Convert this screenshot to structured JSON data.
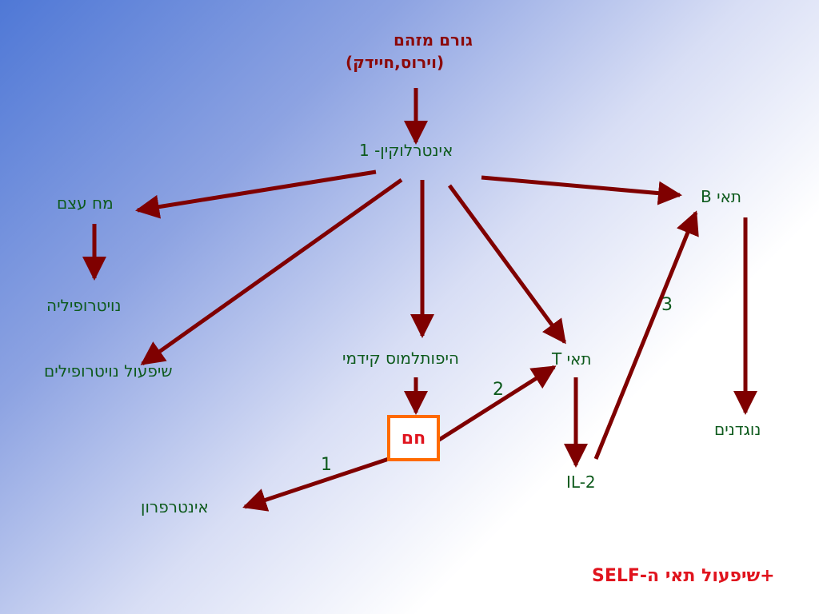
{
  "diagram": {
    "pathogen": {
      "line1": "גורם מזהם",
      "line2": "(וירוס,חיידק)"
    },
    "nodes": {
      "il1": "אינטרלוקין- 1",
      "bone_marrow": "מח עצם",
      "neutrophilia": "נויטרופיליה",
      "neutrophil_activation": "שיפעול נויטרופילים",
      "hypothalamus": "היפותלמוס קידמי",
      "t_cells": "תאי T",
      "b_cells": "תאי B",
      "fever": "חם",
      "interferon": "אינטרפרון",
      "il2": "IL-2",
      "antibodies": "נוגדנים"
    },
    "edge_labels": {
      "one": "1",
      "two": "2",
      "three": "3"
    },
    "footer": "+שיפעול תאי ה-SELF",
    "colors": {
      "arrow": "#7f0000",
      "text": "#0d5a1c",
      "title": "#8b0a0a",
      "accent": "#e0141e",
      "box": "#ff6a00"
    }
  }
}
